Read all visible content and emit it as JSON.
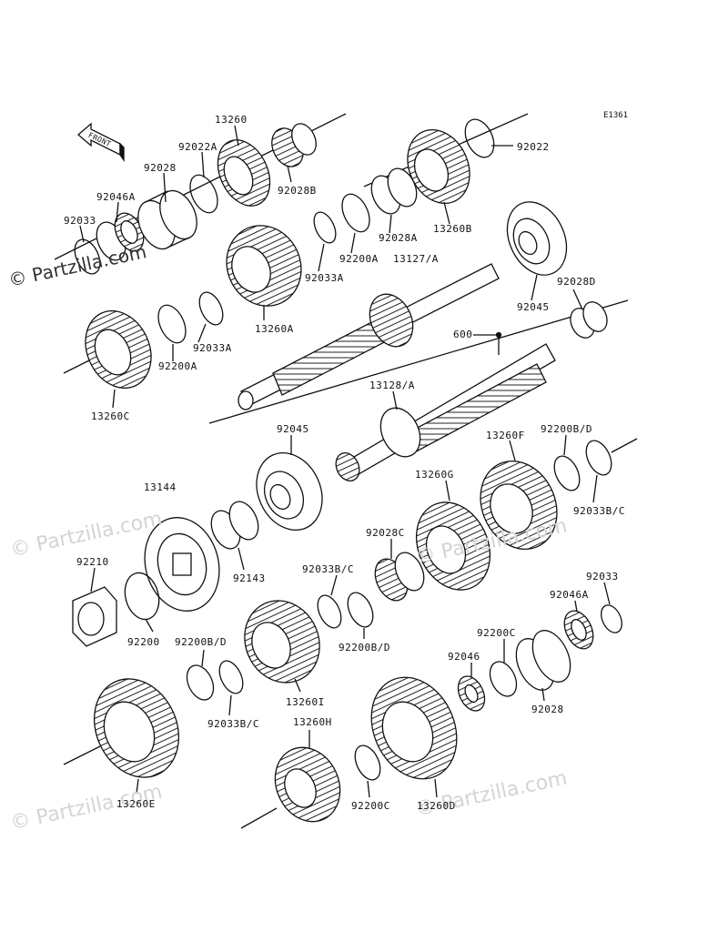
{
  "diagram_code": "E1361",
  "front_label": "FRONT",
  "watermarks": [
    "© Partzilla.com",
    "© Partzilla.com",
    "© Partzilla.com",
    "© Partzilla.com",
    "© Partzilla.com"
  ],
  "labels": {
    "p13260": "13260",
    "p92022A": "92022A",
    "p92028": "92028",
    "p92046A_top": "92046A",
    "p92033_top": "92033",
    "p92028B": "92028B",
    "p92022": "92022",
    "p13260B": "13260B",
    "p92028A": "92028A",
    "p92200A_top": "92200A",
    "p13127A": "13127/A",
    "p92033A_top": "92033A",
    "p13260A": "13260A",
    "p92045_top": "92045",
    "p92028D": "92028D",
    "p92033A_mid": "92033A",
    "p92200A_mid": "92200A",
    "p13260C": "13260C",
    "p600": "600",
    "p13128A": "13128/A",
    "p92045_mid": "92045",
    "p13260F": "13260F",
    "p92200BD_right": "92200B/D",
    "p13144": "13144",
    "p13260G": "13260G",
    "p92033BC_right": "92033B/C",
    "p92028C": "92028C",
    "p92143": "92143",
    "p92210": "92210",
    "p92033BC_mid": "92033B/C",
    "p92033_right": "92033",
    "p92046A_right": "92046A",
    "p92200": "92200",
    "p92200BD_left": "92200B/D",
    "p92200BD_mid": "92200B/D",
    "p92200C_right": "92200C",
    "p92046": "92046",
    "p13260I": "13260I",
    "p92028_right": "92028",
    "p92033BC_left": "92033B/C",
    "p13260H": "13260H",
    "p13260E": "13260E",
    "p92200C_bottom": "92200C",
    "p13260D": "13260D"
  }
}
